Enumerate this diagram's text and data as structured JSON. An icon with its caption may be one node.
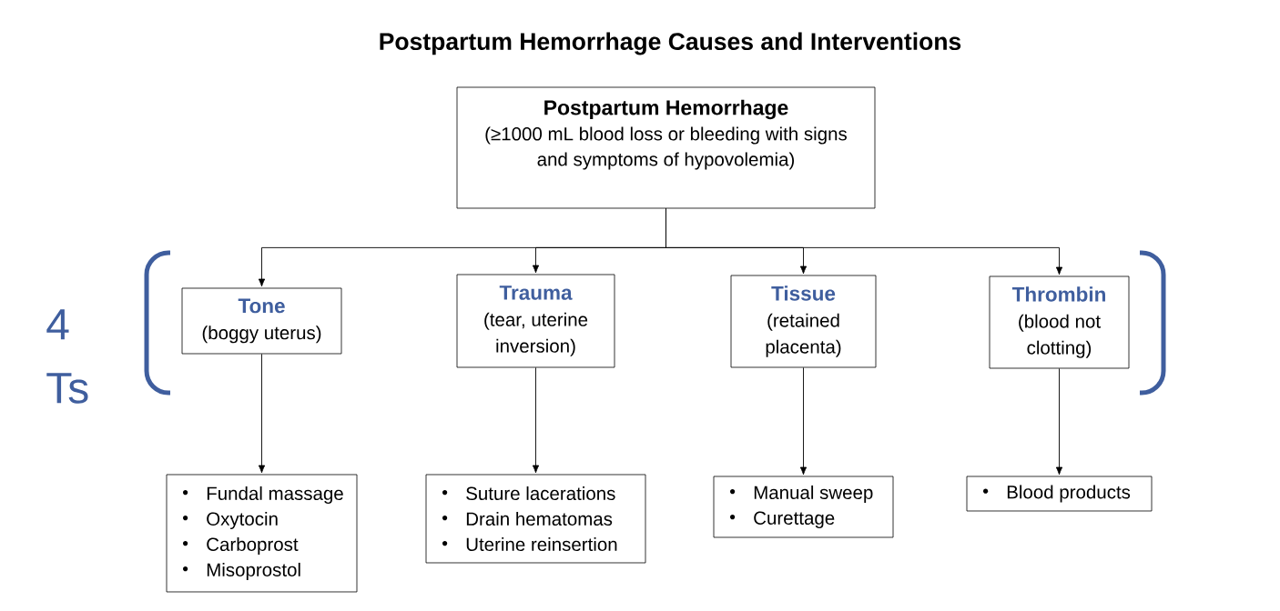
{
  "diagram": {
    "title": "Postpartum Hemorrhage Causes and Interventions",
    "nodes": [
      {
        "text": [
          "Postpartum Hemorrhage",
          "(≥1000 mL blood loss or bleeding with signs and symptoms of hypovolemia)"
        ]
      },
      {
        "text": [
          "Tone",
          "(boggy uterus)"
        ]
      },
      {
        "text": [
          "Trauma",
          "(tear, uterine inversion)"
        ]
      },
      {
        "text": [
          "Tissue",
          "(retained placenta)"
        ]
      },
      {
        "text": [
          "Thrombin",
          "(blood not clotting)"
        ]
      },
      {
        "text": [
          "Fundal massage",
          "Oxytocin",
          "Carboprost",
          "Misoprostol"
        ]
      },
      {
        "text": [
          "Suture lacerations",
          "Drain hematomas",
          "Uterine reinsertion"
        ]
      },
      {
        "text": [
          "Manual sweep",
          "Curettage"
        ]
      },
      {
        "text": [
          "Blood products"
        ]
      }
    ],
    "edges": [
      {
        "from": 0,
        "to": 1,
        "arrow": "to"
      },
      {
        "from": 0,
        "to": 2,
        "arrow": "to"
      },
      {
        "from": 0,
        "to": 3,
        "arrow": "to"
      },
      {
        "from": 0,
        "to": 4,
        "arrow": "to"
      },
      {
        "from": 1,
        "to": 5,
        "arrow": "to"
      },
      {
        "from": 2,
        "to": 6,
        "arrow": "to"
      },
      {
        "from": 3,
        "to": 7,
        "arrow": "to"
      },
      {
        "from": 4,
        "to": 8,
        "arrow": "to"
      }
    ],
    "labels": [
      "4 Ts"
    ]
  }
}
